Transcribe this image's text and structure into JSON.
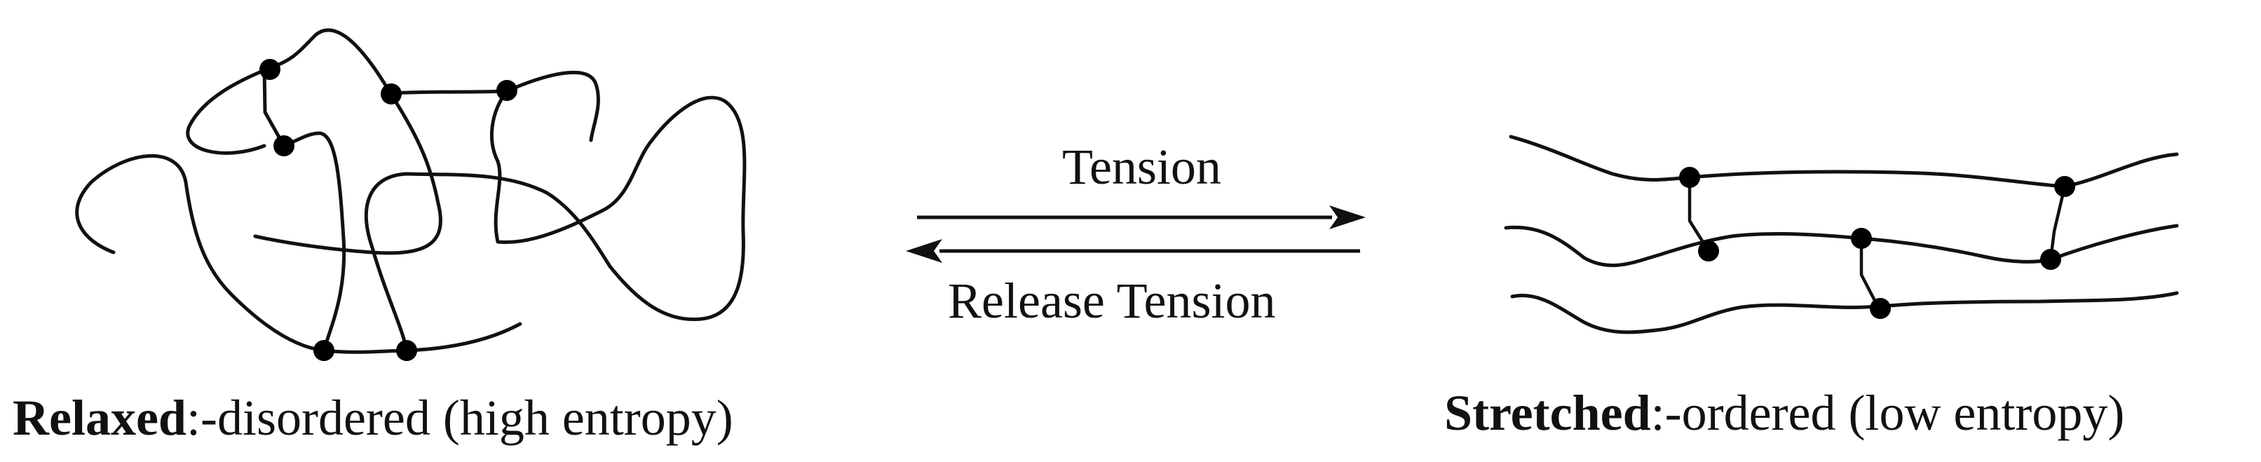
{
  "arrows": {
    "forward_label": "Tension",
    "reverse_label": "Release Tension"
  },
  "relaxed": {
    "title_bold": "Relaxed",
    "title_rest": ":-disordered (high entropy)"
  },
  "stretched": {
    "title_bold": "Stretched",
    "title_rest": ":-ordered (low entropy)"
  },
  "colors": {
    "ink": "#111111",
    "background": "#ffffff"
  }
}
